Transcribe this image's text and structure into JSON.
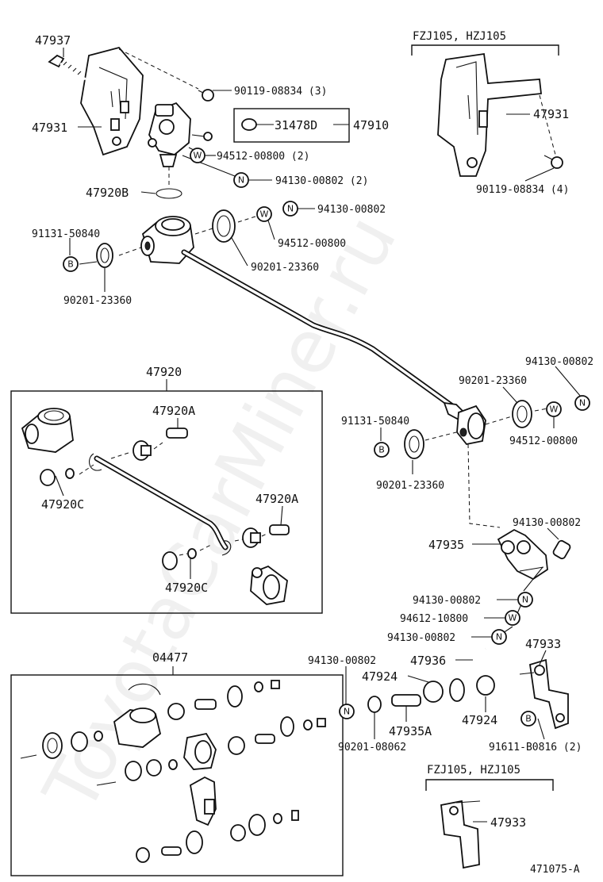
{
  "watermark": "ToyotaCarMiner.ru",
  "diagram_code": "471075-A",
  "variant_headers": {
    "top_right": "FZJ105, HZJ105",
    "bottom_right": "FZJ105, HZJ105"
  },
  "kits": {
    "link_assy": "47920",
    "repair_kit": "04477"
  },
  "markers": {
    "washer": "W",
    "nut": "N",
    "bolt": "B"
  },
  "labels": {
    "p47937": "47937",
    "p47931_left": "47931",
    "p90119_3": "90119-08834 (3)",
    "p31478D": "31478D",
    "p47910": "47910",
    "p94512_2": "94512-00800 (2)",
    "p94130_2": "94130-00802 (2)",
    "p47920B": "47920B",
    "p94130_top": "94130-00802",
    "p91131_left": "91131-50840",
    "p94512_top": "94512-00800",
    "p90201_mid": "90201-23360",
    "p90201_left": "90201-23360",
    "p47931_right": "47931",
    "p90119_4": "90119-08834 (4)",
    "p47920A_1": "47920A",
    "p47920C_1": "47920C",
    "p47920A_2": "47920A",
    "p47920C_2": "47920C",
    "p94130_right": "94130-00802",
    "p90201_right": "90201-23360",
    "p91131_right": "91131-50840",
    "p94512_right": "94512-00800",
    "p90201_lower": "90201-23360",
    "p94130_47935": "94130-00802",
    "p47935": "47935",
    "p94130_a": "94130-00802",
    "p94612": "94612-10800",
    "p94130_b": "94130-00802",
    "p47933_top": "47933",
    "p94130_c": "94130-00802",
    "p47936": "47936",
    "p47924_a": "47924",
    "p47924_b": "47924",
    "p47935A": "47935A",
    "p90201_08062": "90201-08062",
    "p91611": "91611-B0816 (2)",
    "p47933_bottom": "47933"
  }
}
